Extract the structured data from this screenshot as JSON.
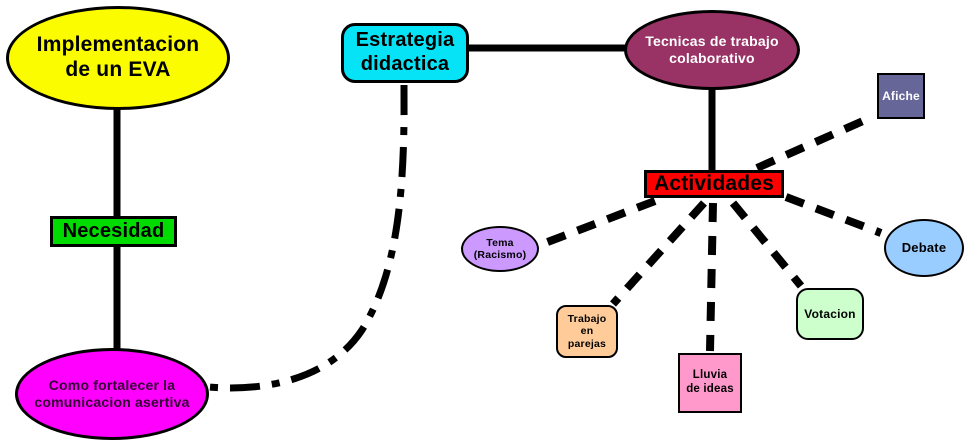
{
  "diagram": {
    "title": "Concept map: Implementacion de un EVA",
    "background": "#ffffff",
    "line_color": "#000000",
    "nodes": {
      "implementacion": {
        "label": "Implementacion\nde un EVA",
        "shape": "ellipse",
        "fill": "#fcfc00",
        "text_color": "#000000"
      },
      "estrategia": {
        "label": "Estrategia\ndidactica",
        "shape": "rounded-rect",
        "fill": "#06e3f6",
        "text_color": "#000000"
      },
      "tecnicas": {
        "label": "Tecnicas de trabajo\ncolaborativo",
        "shape": "ellipse",
        "fill": "#993366",
        "text_color": "#ffffff"
      },
      "necesidad": {
        "label": "Necesidad",
        "shape": "rect",
        "fill": "#00dc00",
        "text_color": "#000000"
      },
      "como_fortalecer": {
        "label": "Como fortalecer la\ncomunicacion asertiva",
        "shape": "ellipse",
        "fill": "#ff00ff",
        "text_color": "#330033"
      },
      "actividades": {
        "label": "Actividades",
        "shape": "rect",
        "fill": "#ff0000",
        "text_color": "#000000"
      },
      "afiche": {
        "label": "Afiche",
        "shape": "rect",
        "fill": "#666699",
        "text_color": "#ffffff"
      },
      "tema": {
        "label": "Tema\n(Racismo)",
        "shape": "ellipse",
        "fill": "#cc99ff",
        "text_color": "#000000"
      },
      "trabajo_parejas": {
        "label": "Trabajo\nen\nparejas",
        "shape": "rounded-rect",
        "fill": "#ffcc99",
        "text_color": "#000000"
      },
      "lluvia_ideas": {
        "label": "Lluvia\nde ideas",
        "shape": "rect",
        "fill": "#ff99cc",
        "text_color": "#000000"
      },
      "votacion": {
        "label": "Votacion",
        "shape": "rounded-rect",
        "fill": "#ccffcc",
        "text_color": "#000000"
      },
      "debate": {
        "label": "Debate",
        "shape": "ellipse",
        "fill": "#99ccff",
        "text_color": "#000000"
      }
    },
    "edges": [
      {
        "from": "implementacion",
        "to": "necesidad",
        "style": "solid"
      },
      {
        "from": "necesidad",
        "to": "como_fortalecer",
        "style": "solid"
      },
      {
        "from": "estrategia",
        "to": "tecnicas",
        "style": "solid"
      },
      {
        "from": "tecnicas",
        "to": "actividades",
        "style": "solid"
      },
      {
        "from": "estrategia",
        "to": "como_fortalecer",
        "style": "dashed-curve"
      },
      {
        "from": "actividades",
        "to": "afiche",
        "style": "dashed"
      },
      {
        "from": "actividades",
        "to": "tema",
        "style": "dashed"
      },
      {
        "from": "actividades",
        "to": "trabajo_parejas",
        "style": "dashed"
      },
      {
        "from": "actividades",
        "to": "lluvia_ideas",
        "style": "dashed"
      },
      {
        "from": "actividades",
        "to": "votacion",
        "style": "dashed"
      },
      {
        "from": "actividades",
        "to": "debate",
        "style": "dashed"
      }
    ]
  }
}
